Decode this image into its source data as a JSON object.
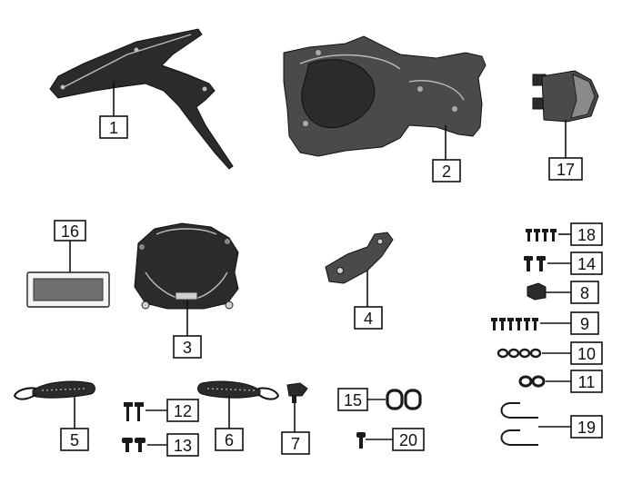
{
  "callouts": {
    "c1": "1",
    "c2": "2",
    "c3": "3",
    "c4": "4",
    "c5": "5",
    "c6": "6",
    "c7": "7",
    "c8": "8",
    "c9": "9",
    "c10": "10",
    "c11": "11",
    "c12": "12",
    "c13": "13",
    "c14": "14",
    "c15": "15",
    "c16": "16",
    "c17": "17",
    "c18": "18",
    "c19": "19",
    "c20": "20"
  },
  "colors": {
    "ink": "#111111",
    "part_dark": "#2b2b2b",
    "part_mid": "#4a4a4a",
    "part_light": "#8a8a8a",
    "background": "#ffffff"
  }
}
